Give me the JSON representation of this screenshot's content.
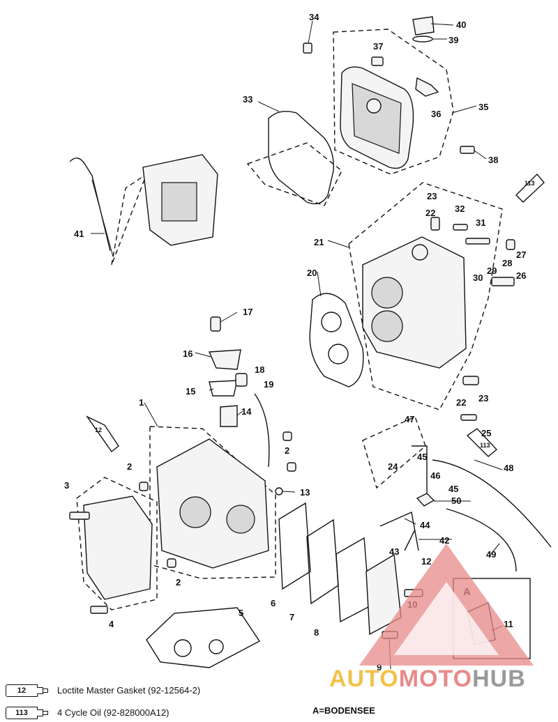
{
  "callouts": [
    {
      "n": "1"
    },
    {
      "n": "2"
    },
    {
      "n": "2"
    },
    {
      "n": "2"
    },
    {
      "n": "3"
    },
    {
      "n": "4"
    },
    {
      "n": "5"
    },
    {
      "n": "6"
    },
    {
      "n": "7"
    },
    {
      "n": "8"
    },
    {
      "n": "9"
    },
    {
      "n": "10"
    },
    {
      "n": "11"
    },
    {
      "n": "12"
    },
    {
      "n": "12"
    },
    {
      "n": "13"
    },
    {
      "n": "14"
    },
    {
      "n": "15"
    },
    {
      "n": "16"
    },
    {
      "n": "17"
    },
    {
      "n": "18"
    },
    {
      "n": "19"
    },
    {
      "n": "20"
    },
    {
      "n": "21"
    },
    {
      "n": "22"
    },
    {
      "n": "22"
    },
    {
      "n": "23"
    },
    {
      "n": "23"
    },
    {
      "n": "24"
    },
    {
      "n": "25"
    },
    {
      "n": "26"
    },
    {
      "n": "27"
    },
    {
      "n": "28"
    },
    {
      "n": "29"
    },
    {
      "n": "30"
    },
    {
      "n": "31"
    },
    {
      "n": "32"
    },
    {
      "n": "33"
    },
    {
      "n": "34"
    },
    {
      "n": "35"
    },
    {
      "n": "36"
    },
    {
      "n": "37"
    },
    {
      "n": "38"
    },
    {
      "n": "39"
    },
    {
      "n": "40"
    },
    {
      "n": "41"
    },
    {
      "n": "42"
    },
    {
      "n": "43"
    },
    {
      "n": "44"
    },
    {
      "n": "45"
    },
    {
      "n": "45"
    },
    {
      "n": "46"
    },
    {
      "n": "47"
    },
    {
      "n": "48"
    },
    {
      "n": "49"
    },
    {
      "n": "50"
    },
    {
      "n": "113"
    },
    {
      "n": "113"
    }
  ],
  "detail_label": "A",
  "legend": [
    {
      "code": "12",
      "text": "Loctite Master Gasket (92-12564-2)"
    },
    {
      "code": "113",
      "text": "4 Cycle Oil (92-828000A12)"
    }
  ],
  "footnote": "A=BODENSEE",
  "watermark": {
    "part1": "AUTO",
    "part2": "MOTO",
    "part3": "HUB"
  },
  "colors": {
    "watermark_yellow": "#f2c24a",
    "watermark_red": "#e88a8a",
    "watermark_gray": "#9a9a9a"
  }
}
